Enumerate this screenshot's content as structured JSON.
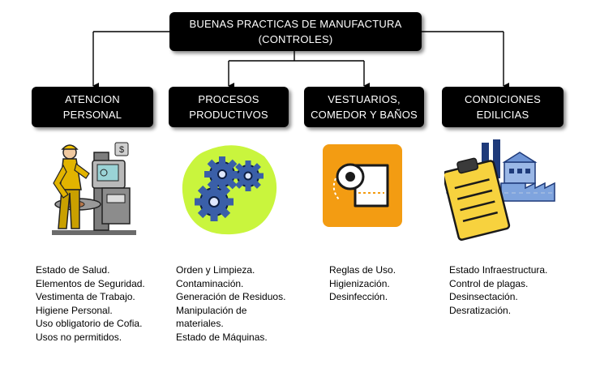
{
  "root": {
    "line1": "BUENAS PRACTICAS DE MANUFACTURA",
    "line2": "(CONTROLES)"
  },
  "categories": [
    {
      "line1": "ATENCION",
      "line2": "PERSONAL",
      "icon": "worker-icon",
      "items": [
        "Estado de Salud.",
        "Elementos de Seguridad.",
        "Vestimenta de Trabajo.",
        "Higiene Personal.",
        "Uso obligatorio de Cofia.",
        "Usos no permitidos."
      ]
    },
    {
      "line1": "PROCESOS",
      "line2": "PRODUCTIVOS",
      "icon": "gears-icon",
      "items": [
        "Orden y Limpieza.",
        "Contaminación.",
        "Generación de Residuos.",
        "Manipulación de",
        "materiales.",
        "Estado de Máquinas."
      ]
    },
    {
      "line1": "VESTUARIOS,",
      "line2": "COMEDOR Y BAÑOS",
      "icon": "paper-towel-icon",
      "items": [
        "Reglas de Uso.",
        "Higienización.",
        "Desinfección."
      ]
    },
    {
      "line1": "CONDICIONES",
      "line2": "EDILICIAS",
      "icon": "factory-clipboard-icon",
      "items": [
        "Estado Infraestructura.",
        "Control de plagas.",
        "Desinsectación.",
        "Desratización."
      ]
    }
  ],
  "colors": {
    "box": "#000000",
    "box_text": "#ffffff",
    "gear_backdrop": "#c9f53d",
    "gear_fill": "#3a5fa8",
    "towel_tile": "#f39c12",
    "clipboard": "#f7d23e"
  }
}
